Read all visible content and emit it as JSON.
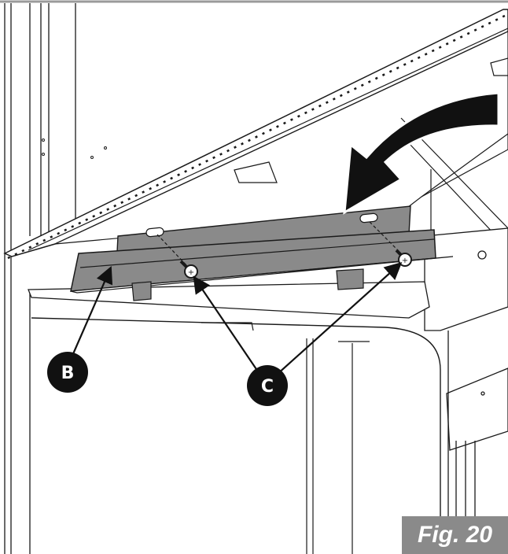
{
  "figure": {
    "label": "Fig. 20"
  },
  "callouts": {
    "b": "B",
    "c": "C"
  },
  "colors": {
    "line": "#1a1a1a",
    "gray_panel": "#8a8a8a",
    "rotation_arrow": "#111111"
  }
}
